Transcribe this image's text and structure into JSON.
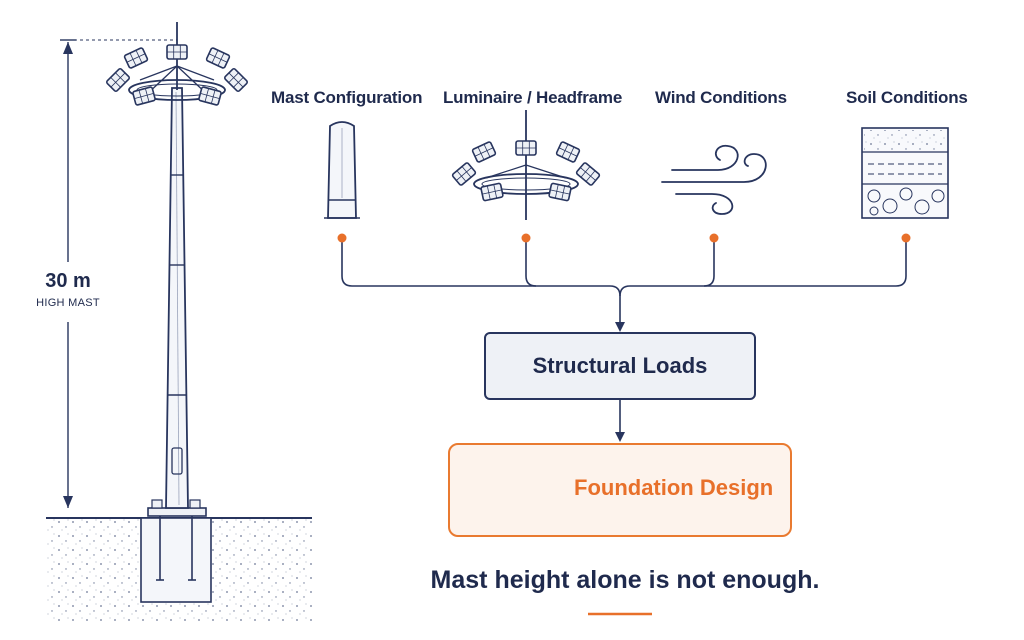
{
  "mast_height": {
    "value": "30 m",
    "caption": "HIGH MAST"
  },
  "inputs": [
    {
      "label": "Mast Configuration",
      "icon": "mast-section-icon"
    },
    {
      "label": "Luminaire / Headframe",
      "icon": "luminaire-headframe-icon"
    },
    {
      "label": "Wind Conditions",
      "icon": "wind-icon"
    },
    {
      "label": "Soil Conditions",
      "icon": "soil-layers-icon"
    }
  ],
  "structural_loads": {
    "label": "Structural Loads"
  },
  "foundation": {
    "label": "Foundation Design",
    "icon": "foundation-anchor-icon"
  },
  "tagline": "Mast height alone is not enough.",
  "colors": {
    "navy": "#28355e",
    "text": "#1f2a4d",
    "accent": "#e8702a",
    "box_fill": "#eef1f6",
    "foundation_fill": "#fdf3ec"
  }
}
